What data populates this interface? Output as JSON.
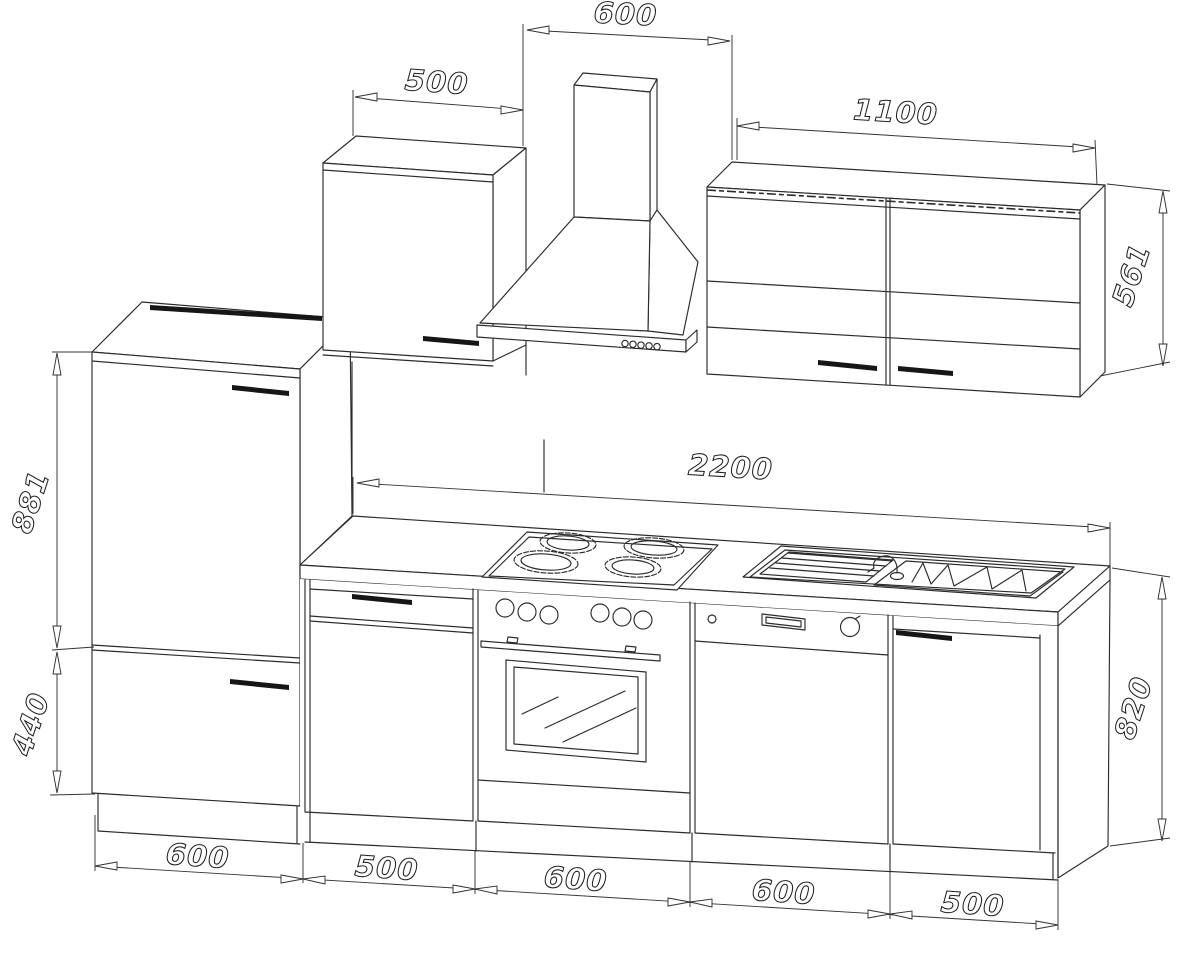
{
  "meta": {
    "drawing_type": "kitchen cabinet set dimension line drawing",
    "background_color": "#ffffff",
    "line_color": "#2b2b2b",
    "units_hint": "mm"
  },
  "dims": {
    "hood_width": "600",
    "left_wall_cabinet_width": "500",
    "right_wall_cabinet_width": "1100",
    "right_wall_cabinet_height": "561",
    "tall_cabinet_upper_door": "881",
    "tall_cabinet_lower_door": "440",
    "worktop_length": "2200",
    "base_height": "820",
    "base_widths": [
      "600",
      "500",
      "600",
      "600",
      "500"
    ]
  }
}
